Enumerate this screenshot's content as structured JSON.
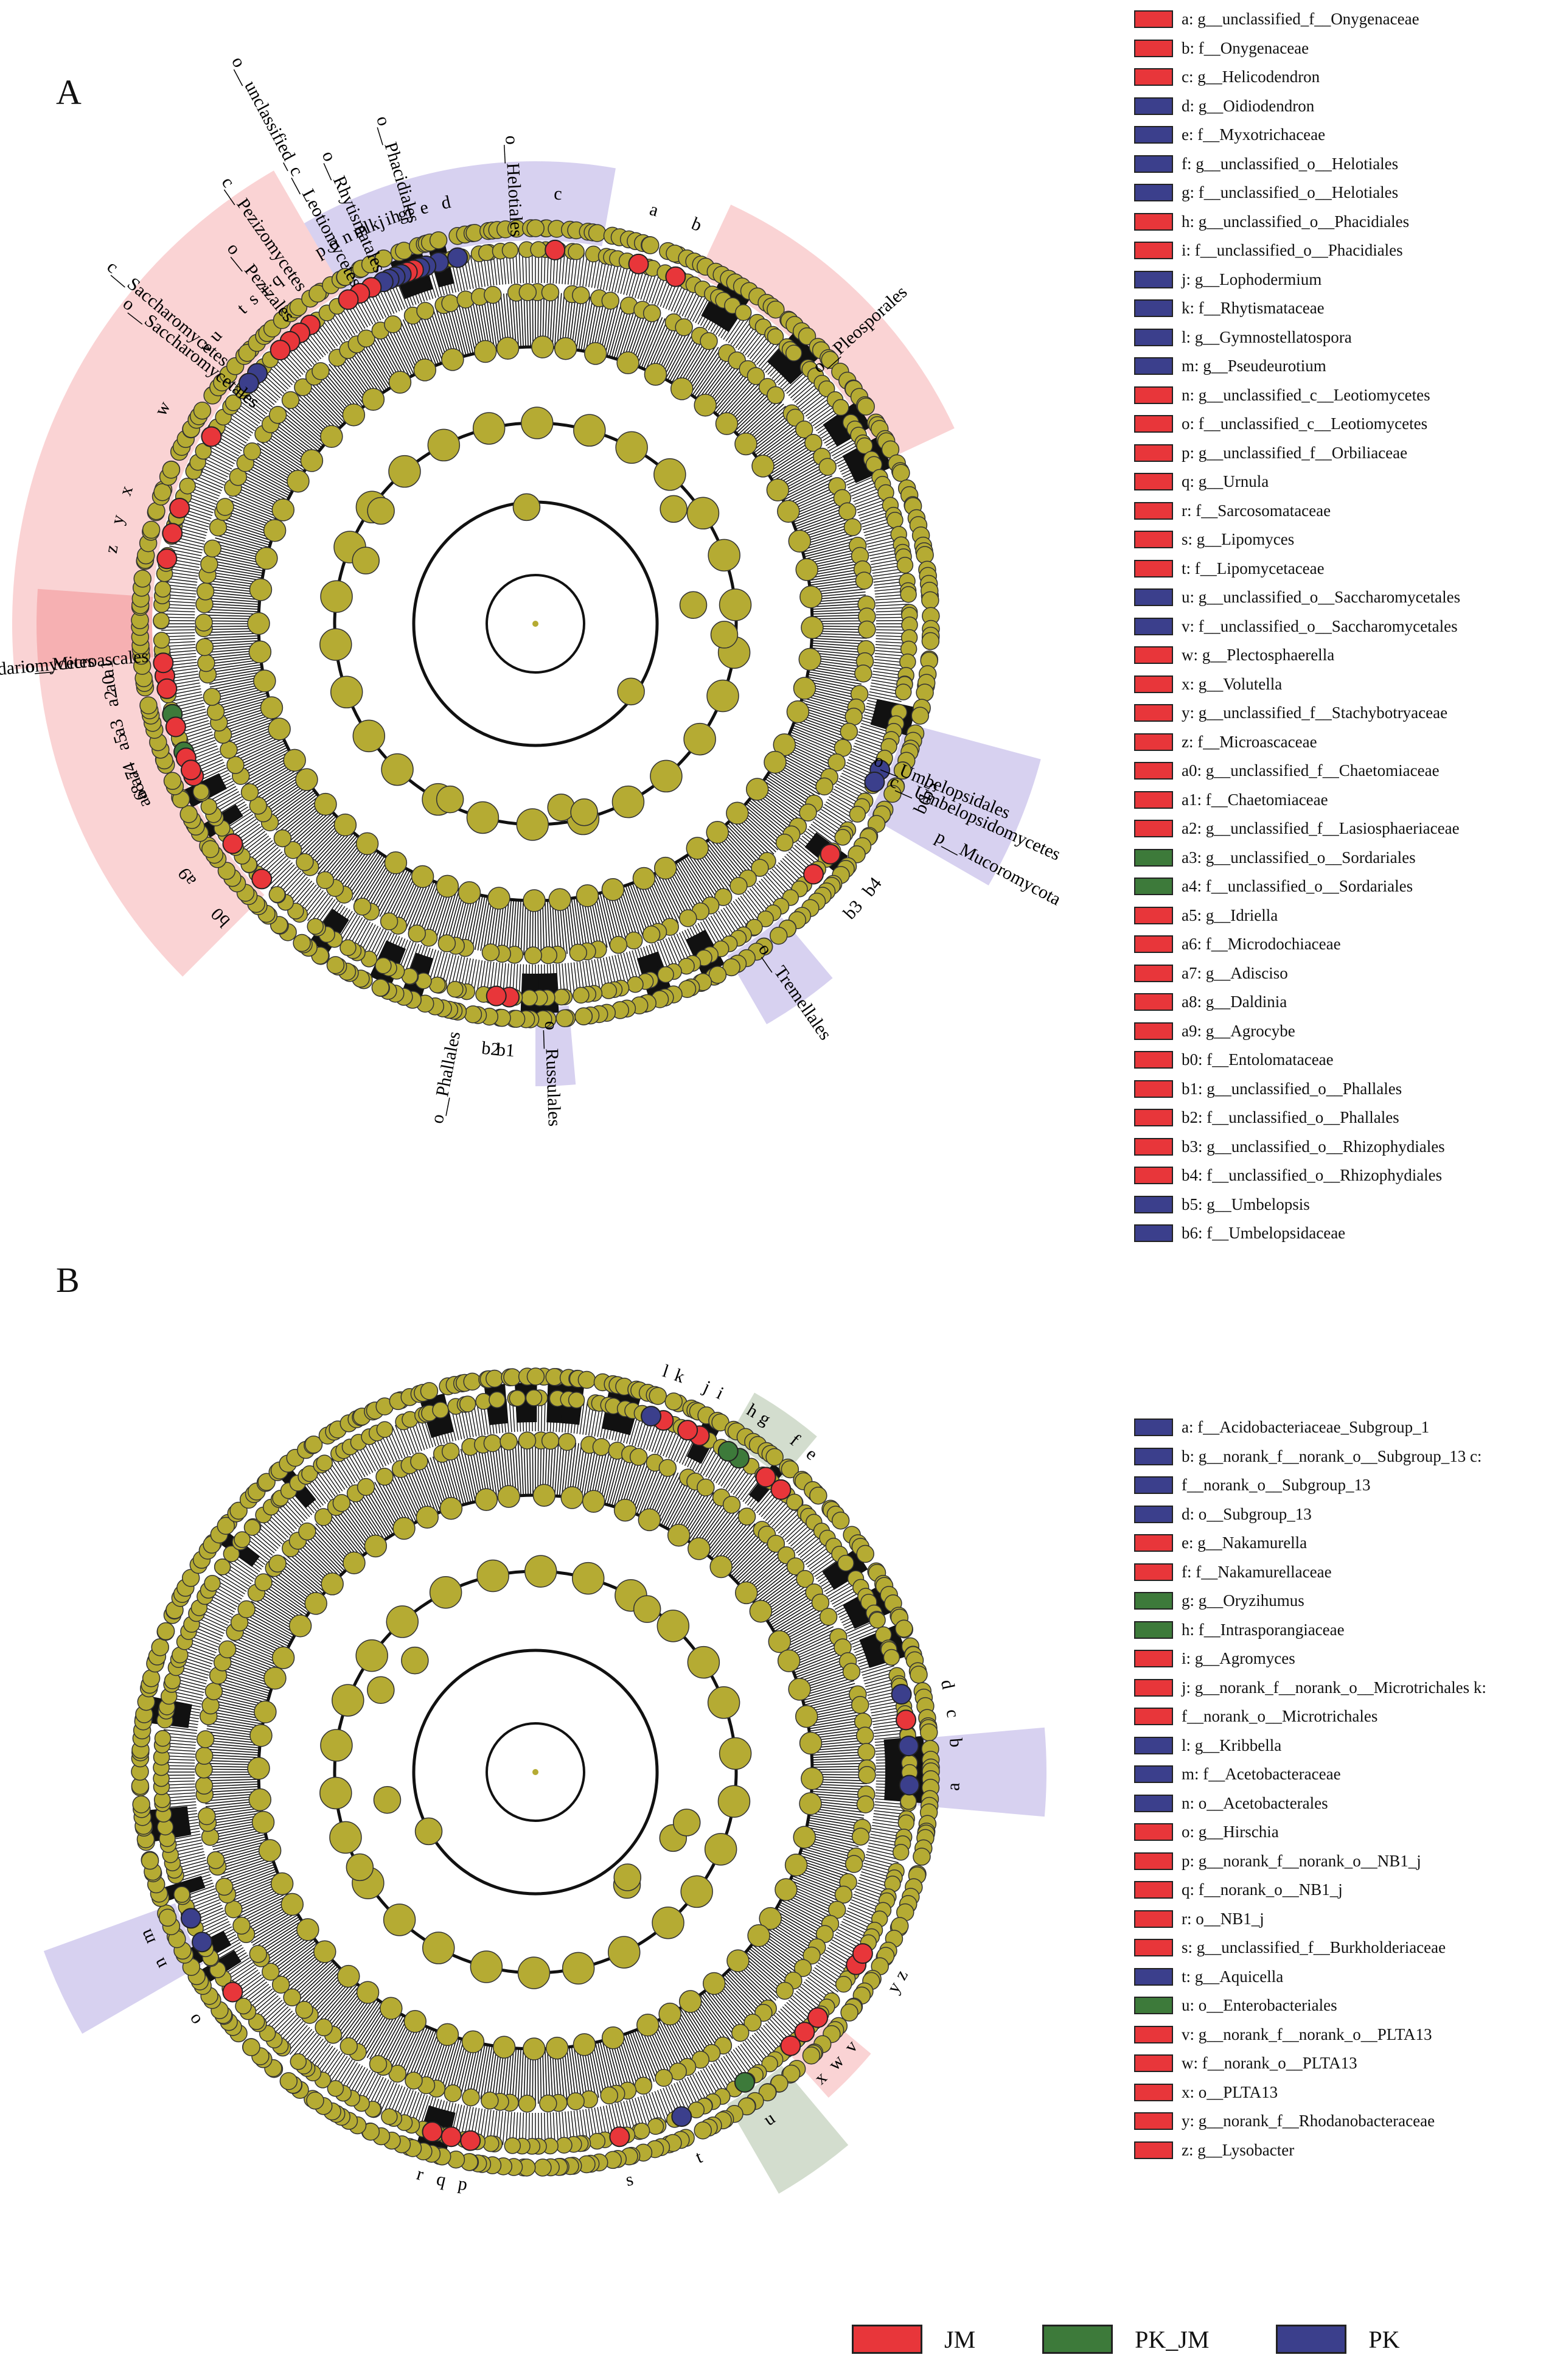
{
  "panels": {
    "a": "A",
    "b": "B"
  },
  "colors": {
    "JM": "#e8363a",
    "PK": "#3b3f8c",
    "PK_JM": "#3d7a3a",
    "node": "#b5ab33"
  },
  "legend_a": [
    {
      "key": "a: g__unclassified_f__Onygenaceae",
      "group": "JM"
    },
    {
      "key": "b: f__Onygenaceae",
      "group": "JM"
    },
    {
      "key": "c: g__Helicodendron",
      "group": "JM"
    },
    {
      "key": "d: g__Oidiodendron",
      "group": "PK"
    },
    {
      "key": "e: f__Myxotrichaceae",
      "group": "PK"
    },
    {
      "key": "f: g__unclassified_o__Helotiales",
      "group": "PK"
    },
    {
      "key": "g: f__unclassified_o__Helotiales",
      "group": "PK"
    },
    {
      "key": "h: g__unclassified_o__Phacidiales",
      "group": "JM"
    },
    {
      "key": "i: f__unclassified_o__Phacidiales",
      "group": "JM"
    },
    {
      "key": "j: g__Lophodermium",
      "group": "PK"
    },
    {
      "key": "k: f__Rhytismataceae",
      "group": "PK"
    },
    {
      "key": "l: g__Gymnostellatospora",
      "group": "PK"
    },
    {
      "key": "m: g__Pseudeurotium",
      "group": "PK"
    },
    {
      "key": "n: g__unclassified_c__Leotiomycetes",
      "group": "JM"
    },
    {
      "key": "o: f__unclassified_c__Leotiomycetes",
      "group": "JM"
    },
    {
      "key": "p: g__unclassified_f__Orbiliaceae",
      "group": "JM"
    },
    {
      "key": "q: g__Urnula",
      "group": "JM"
    },
    {
      "key": "r: f__Sarcosomataceae",
      "group": "JM"
    },
    {
      "key": "s: g__Lipomyces",
      "group": "JM"
    },
    {
      "key": "t: f__Lipomycetaceae",
      "group": "JM"
    },
    {
      "key": "u: g__unclassified_o__Saccharomycetales",
      "group": "PK"
    },
    {
      "key": "v: f__unclassified_o__Saccharomycetales",
      "group": "PK"
    },
    {
      "key": "w: g__Plectosphaerella",
      "group": "JM"
    },
    {
      "key": "x: g__Volutella",
      "group": "JM"
    },
    {
      "key": "y: g__unclassified_f__Stachybotryaceae",
      "group": "JM"
    },
    {
      "key": "z: f__Microascaceae",
      "group": "JM"
    },
    {
      "key": "a0: g__unclassified_f__Chaetomiaceae",
      "group": "JM"
    },
    {
      "key": "a1: f__Chaetomiaceae",
      "group": "JM"
    },
    {
      "key": "a2: g__unclassified_f__Lasiosphaeriaceae",
      "group": "JM"
    },
    {
      "key": "a3: g__unclassified_o__Sordariales",
      "group": "PK_JM"
    },
    {
      "key": "a4: f__unclassified_o__Sordariales",
      "group": "PK_JM"
    },
    {
      "key": "a5: g__Idriella",
      "group": "JM"
    },
    {
      "key": "a6: f__Microdochiaceae",
      "group": "JM"
    },
    {
      "key": "a7: g__Adisciso",
      "group": "JM"
    },
    {
      "key": "a8: g__Daldinia",
      "group": "JM"
    },
    {
      "key": "a9: g__Agrocybe",
      "group": "JM"
    },
    {
      "key": "b0: f__Entolomataceae",
      "group": "JM"
    },
    {
      "key": "b1: g__unclassified_o__Phallales",
      "group": "JM"
    },
    {
      "key": "b2: f__unclassified_o__Phallales",
      "group": "JM"
    },
    {
      "key": "b3: g__unclassified_o__Rhizophydiales",
      "group": "JM"
    },
    {
      "key": "b4: f__unclassified_o__Rhizophydiales",
      "group": "JM"
    },
    {
      "key": "b5: g__Umbelopsis",
      "group": "PK"
    },
    {
      "key": "b6: f__Umbelopsidaceae",
      "group": "PK"
    }
  ],
  "legend_b": [
    {
      "key": "a: f__Acidobacteriaceae_Subgroup_1",
      "group": "PK"
    },
    {
      "key": "b: g__norank_f__norank_o__Subgroup_13 c:",
      "group": "PK"
    },
    {
      "key": "f__norank_o__Subgroup_13",
      "group": "PK"
    },
    {
      "key": "d: o__Subgroup_13",
      "group": "PK"
    },
    {
      "key": "e: g__Nakamurella",
      "group": "JM"
    },
    {
      "key": "f: f__Nakamurellaceae",
      "group": "JM"
    },
    {
      "key": "g: g__Oryzihumus",
      "group": "PK_JM"
    },
    {
      "key": "h: f__Intrasporangiaceae",
      "group": "PK_JM"
    },
    {
      "key": "i: g__Agromyces",
      "group": "JM"
    },
    {
      "key": "j: g__norank_f__norank_o__Microtrichales k:",
      "group": "JM"
    },
    {
      "key": "f__norank_o__Microtrichales",
      "group": "JM"
    },
    {
      "key": "l: g__Kribbella",
      "group": "PK"
    },
    {
      "key": "m: f__Acetobacteraceae",
      "group": "PK"
    },
    {
      "key": "n: o__Acetobacterales",
      "group": "PK"
    },
    {
      "key": "o: g__Hirschia",
      "group": "JM"
    },
    {
      "key": "p: g__norank_f__norank_o__NB1_j",
      "group": "JM"
    },
    {
      "key": "q: f__norank_o__NB1_j",
      "group": "JM"
    },
    {
      "key": "r: o__NB1_j",
      "group": "JM"
    },
    {
      "key": "s: g__unclassified_f__Burkholderiaceae",
      "group": "JM"
    },
    {
      "key": "t: g__Aquicella",
      "group": "PK"
    },
    {
      "key": "u: o__Enterobacteriales",
      "group": "PK_JM"
    },
    {
      "key": "v: g__norank_f__norank_o__PLTA13",
      "group": "JM"
    },
    {
      "key": "w: f__norank_o__PLTA13",
      "group": "JM"
    },
    {
      "key": "x: o__PLTA13",
      "group": "JM"
    },
    {
      "key": "y: g__norank_f__Rhodanobacteraceae",
      "group": "JM"
    },
    {
      "key": "z: g__Lysobacter",
      "group": "JM"
    }
  ],
  "labels_a": [
    {
      "text": "o__Helotiales",
      "angle": -3,
      "r": 720,
      "kind": "PK"
    },
    {
      "text": "o__Phacidiales",
      "angle": -17,
      "r": 780,
      "kind": "PK"
    },
    {
      "text": "o__Rhytismatales",
      "angle": -24,
      "r": 740,
      "kind": "JM"
    },
    {
      "text": "o__unclassified_c__Leotiomycetes",
      "angle": -28,
      "r": 840,
      "kind": "JM"
    },
    {
      "text": "c__Pezizomycetes",
      "angle": -35,
      "r": 780,
      "kind": "JM"
    },
    {
      "text": "o__Pezizales",
      "angle": -39,
      "r": 720,
      "kind": "JM"
    },
    {
      "text": "c__Saccharomycetes",
      "angle": -50,
      "r": 790,
      "kind": "JM"
    },
    {
      "text": "o__Saccharomycetales",
      "angle": -52,
      "r": 720,
      "kind": "PK"
    },
    {
      "text": "o__Pleosporales",
      "angle": 48,
      "r": 720,
      "kind": "JM"
    },
    {
      "text": "c__Sordariomycetes",
      "angle": -95,
      "r": 850,
      "kind": "JM"
    },
    {
      "text": "o__Microascales",
      "angle": -95,
      "r": 740,
      "kind": "JM"
    },
    {
      "text": "p__Mucoromycota",
      "angle": 118,
      "r": 860,
      "kind": "PK"
    },
    {
      "text": "c__Umbelopsidomycetes",
      "angle": 114,
      "r": 790,
      "kind": "PK"
    },
    {
      "text": "o__Umbelopsidales",
      "angle": 112,
      "r": 720,
      "kind": "PK"
    },
    {
      "text": "o__Tremellales",
      "angle": 145,
      "r": 740,
      "kind": "PK"
    },
    {
      "text": "o__Russulales",
      "angle": 178,
      "r": 740,
      "kind": "PK"
    },
    {
      "text": "o__Phallales",
      "angle": 191,
      "r": 760,
      "kind": "JM"
    }
  ],
  "letters_a": [
    {
      "t": "a",
      "a": 16
    },
    {
      "t": "b",
      "a": 22
    },
    {
      "t": "c",
      "a": 3
    },
    {
      "t": "d",
      "a": -12
    },
    {
      "t": "e",
      "a": -15
    },
    {
      "t": "f",
      "a": -17
    },
    {
      "t": "g",
      "a": -18
    },
    {
      "t": "h",
      "a": -19
    },
    {
      "t": "i",
      "a": -20
    },
    {
      "t": "j",
      "a": -21
    },
    {
      "t": "k",
      "a": -22
    },
    {
      "t": "l",
      "a": -23
    },
    {
      "t": "m",
      "a": -24
    },
    {
      "t": "n",
      "a": -26
    },
    {
      "t": "o",
      "a": -28
    },
    {
      "t": "p",
      "a": -30
    },
    {
      "t": "q",
      "a": -37
    },
    {
      "t": "r",
      "a": -39
    },
    {
      "t": "s",
      "a": -41
    },
    {
      "t": "t",
      "a": -43
    },
    {
      "t": "u",
      "a": -48
    },
    {
      "t": "v",
      "a": -50
    },
    {
      "t": "w",
      "a": -60
    },
    {
      "t": "x",
      "a": -72
    },
    {
      "t": "y",
      "a": -76
    },
    {
      "t": "z",
      "a": -80
    },
    {
      "t": "a0",
      "a": -98
    },
    {
      "t": "a1",
      "a": -96
    },
    {
      "t": "a2",
      "a": -100
    },
    {
      "t": "a3",
      "a": -104
    },
    {
      "t": "a4",
      "a": -110
    },
    {
      "t": "a5",
      "a": -106
    },
    {
      "t": "a6",
      "a": -114
    },
    {
      "t": "a7",
      "a": -111
    },
    {
      "t": "a8",
      "a": -113
    },
    {
      "t": "a9",
      "a": -126
    },
    {
      "t": "b0",
      "a": -133
    },
    {
      "t": "b1",
      "a": 184
    },
    {
      "t": "b2",
      "a": 186
    },
    {
      "t": "b3",
      "a": 132
    },
    {
      "t": "b4",
      "a": 128
    },
    {
      "t": "b5",
      "a": 113
    },
    {
      "t": "b6",
      "a": 115
    }
  ],
  "letters_b": [
    {
      "t": "a",
      "a": 92
    },
    {
      "t": "b",
      "a": 86
    },
    {
      "t": "c",
      "a": 82
    },
    {
      "t": "d",
      "a": 78
    },
    {
      "t": "e",
      "a": 41
    },
    {
      "t": "f",
      "a": 38
    },
    {
      "t": "g",
      "a": 33
    },
    {
      "t": "h",
      "a": 31
    },
    {
      "t": "i",
      "a": 26
    },
    {
      "t": "j",
      "a": 24
    },
    {
      "t": "k",
      "a": 20
    },
    {
      "t": "l",
      "a": 18
    },
    {
      "t": "m",
      "a": -113
    },
    {
      "t": "n",
      "a": -117
    },
    {
      "t": "o",
      "a": -126
    },
    {
      "t": "p",
      "a": 190
    },
    {
      "t": "q",
      "a": 193
    },
    {
      "t": "r",
      "a": 196
    },
    {
      "t": "s",
      "a": 167
    },
    {
      "t": "t",
      "a": 157
    },
    {
      "t": "u",
      "a": 146
    },
    {
      "t": "v",
      "a": 131
    },
    {
      "t": "w",
      "a": 134
    },
    {
      "t": "x",
      "a": 137
    },
    {
      "t": "y",
      "a": 121
    },
    {
      "t": "z",
      "a": 119
    }
  ],
  "group_legend": [
    {
      "key": "JM",
      "group": "JM"
    },
    {
      "key": "PK_JM",
      "group": "PK_JM"
    },
    {
      "key": "PK",
      "group": "PK"
    }
  ]
}
